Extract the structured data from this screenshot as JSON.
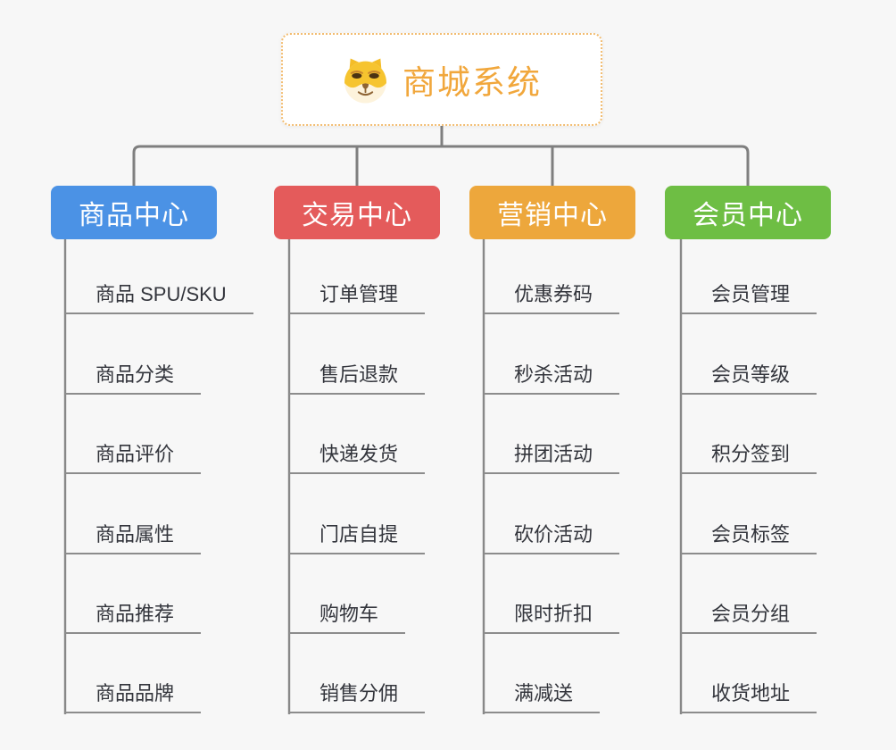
{
  "diagram": {
    "type": "mind-map",
    "background_color": "#f7f7f7",
    "connector_color": "#7f7f7f",
    "underline_color": "#8c8c8c",
    "text_color": "#33353c"
  },
  "root": {
    "label": "商城系统",
    "icon": "dog-face-icon",
    "text_color": "#f1a73c",
    "border_color": "#f2bd72",
    "fill_color": "#ffffff"
  },
  "branches": [
    {
      "label": "商品中心",
      "color": "#4b92e5",
      "items": [
        "商品 SPU/SKU",
        "商品分类",
        "商品评价",
        "商品属性",
        "商品推荐",
        "商品品牌"
      ]
    },
    {
      "label": "交易中心",
      "color": "#e45b5b",
      "items": [
        "订单管理",
        "售后退款",
        "快递发货",
        "门店自提",
        "购物车",
        "销售分佣"
      ]
    },
    {
      "label": "营销中心",
      "color": "#eda73c",
      "items": [
        "优惠券码",
        "秒杀活动",
        "拼团活动",
        "砍价活动",
        "限时折扣",
        "满减送"
      ]
    },
    {
      "label": "会员中心",
      "color": "#6ebe44",
      "items": [
        "会员管理",
        "会员等级",
        "积分签到",
        "会员标签",
        "会员分组",
        "收货地址"
      ]
    }
  ]
}
